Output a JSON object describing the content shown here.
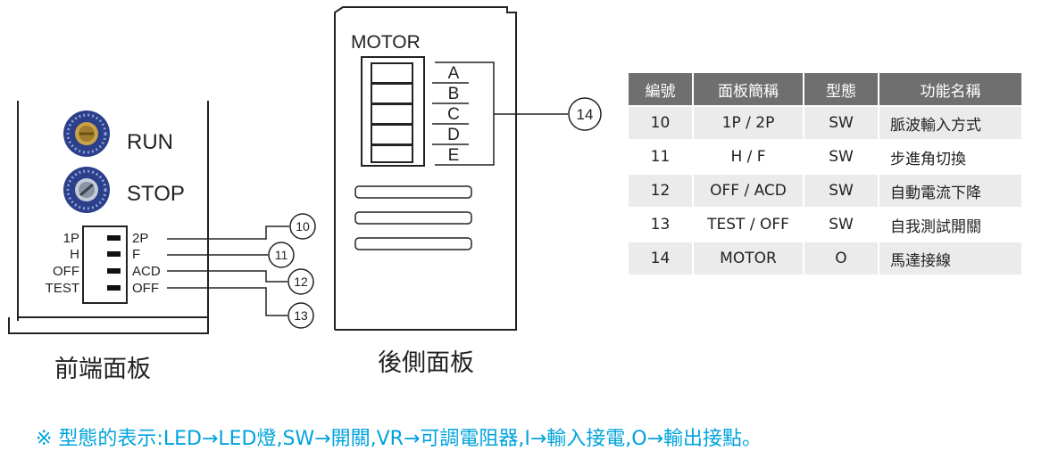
{
  "front_panel": {
    "run_label": "RUN",
    "stop_label": "STOP",
    "switch_left_labels": [
      "1P",
      "H",
      "OFF",
      "TEST"
    ],
    "switch_right_labels": [
      "2P",
      "F",
      "ACD",
      "OFF"
    ],
    "callouts": [
      "10",
      "11",
      "12",
      "13"
    ],
    "caption": "前端面板"
  },
  "rear_panel": {
    "motor_label": "MOTOR",
    "terminal_letters": [
      "A",
      "B",
      "C",
      "D",
      "E"
    ],
    "callout": "14",
    "caption": "後側面板"
  },
  "table": {
    "headers": [
      "編號",
      "面板簡稱",
      "型態",
      "功能名稱"
    ],
    "rows": [
      [
        "10",
        "1P / 2P",
        "SW",
        "脈波輸入方式"
      ],
      [
        "11",
        "H / F",
        "SW",
        "步進角切換"
      ],
      [
        "12",
        "OFF / ACD",
        "SW",
        "自動電流下降"
      ],
      [
        "13",
        "TEST / OFF",
        "SW",
        "自我測試開關"
      ],
      [
        "14",
        "MOTOR",
        "O",
        "馬達接線"
      ]
    ]
  },
  "note": "※ 型態的表示:LED→LED燈,SW→開關,VR→可調電阻器,I→輸入接電,O→輸出接點。",
  "colors": {
    "note": "#00a3dd",
    "header_bg": "#6f6f6f",
    "dial_blue": "#2b3f8a",
    "dial_gold": "#b8943a"
  }
}
